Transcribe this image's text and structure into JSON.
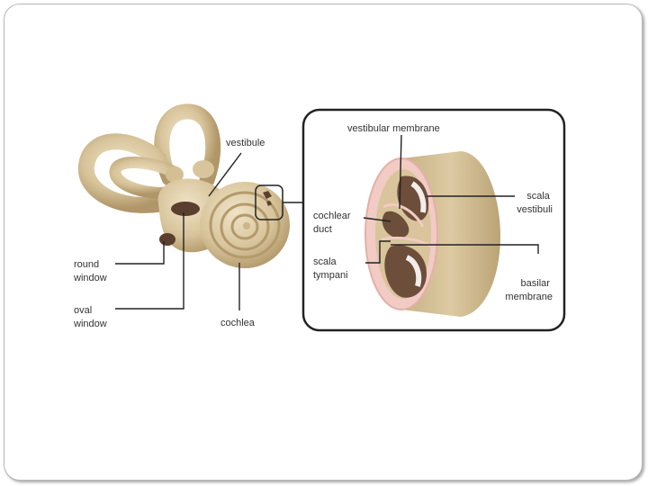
{
  "labels": {
    "vestibule": "vestibule",
    "round_window": [
      "round",
      "window"
    ],
    "oval_window": [
      "oval",
      "window"
    ],
    "cochlea": "cochlea",
    "vestibular_membrane": "vestibular membrane",
    "cochlear_duct": [
      "cochlear",
      "duct"
    ],
    "scala_tympani": [
      "scala",
      "tympani"
    ],
    "scala_vestibuli": [
      "scala",
      "vestibuli"
    ],
    "basilar_membrane": [
      "basilar",
      "membrane"
    ]
  },
  "colors": {
    "bone": "#dccaa3",
    "bone_shadow": "#b59c6d",
    "bone_dark": "#8e7751",
    "tissue_pink": "#f1cbc4",
    "cavity": "#6d4e3a",
    "inset_border": "#222222"
  }
}
